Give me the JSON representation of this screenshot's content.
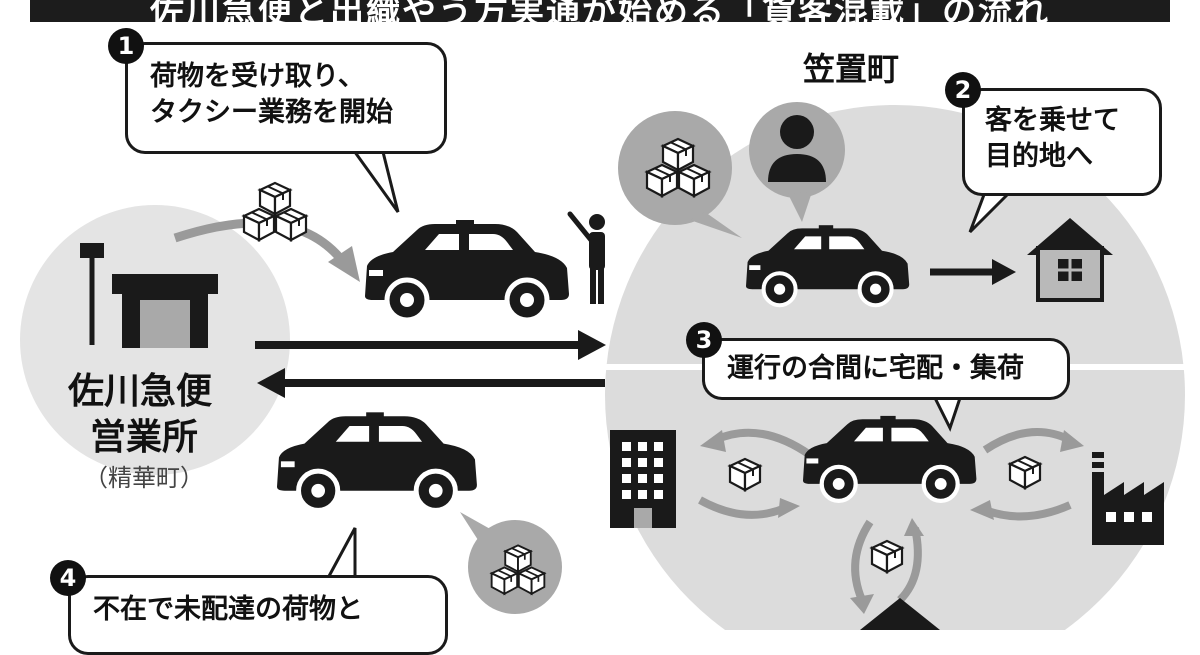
{
  "header": {
    "title": "佐川急便と出織やう方実通が始める「貨客混載」の流れ"
  },
  "office": {
    "name_line1": "佐川急便",
    "name_line2": "営業所",
    "location": "（精華町）"
  },
  "town": {
    "name": "笠置町"
  },
  "steps": [
    {
      "number": "1",
      "lines": [
        "荷物を受け取り、",
        "タクシー業務を開始"
      ]
    },
    {
      "number": "2",
      "lines": [
        "客を乗せて",
        "目的地へ"
      ]
    },
    {
      "number": "3",
      "lines": [
        "運行の合間に宅配・集荷"
      ]
    },
    {
      "number": "4",
      "lines": [
        "不在で未配達の荷物と"
      ]
    }
  ],
  "colors": {
    "dark": "#1a1a1a",
    "region_gray": "#dcdcdc",
    "office_circle": "#e4e4e4",
    "bubble_gray": "#a9a9a9",
    "house_gray": "#b9b9b9",
    "arrow_gray": "#9a9a9a",
    "white": "#ffffff"
  },
  "icons": {
    "taxi": "taxi-icon",
    "packages": "packages-icon",
    "package": "package-icon",
    "person": "person-icon",
    "house": "house-icon",
    "building": "building-icon",
    "factory": "factory-icon",
    "office": "office-building-icon",
    "arrow": "arrow-icon"
  }
}
